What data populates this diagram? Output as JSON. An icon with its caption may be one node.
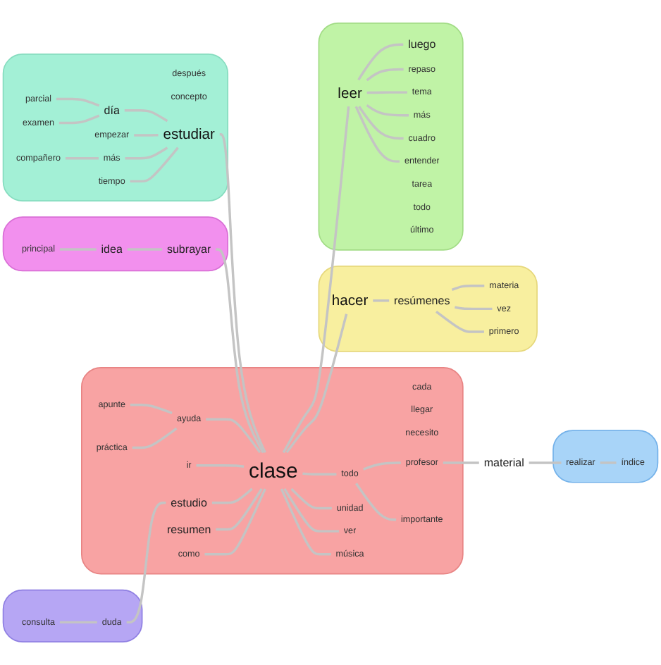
{
  "diagram": {
    "nodes": [
      {
        "text": [],
        "shape": "blob"
      },
      {
        "text": [
          "examen"
        ],
        "in": 0
      },
      {
        "text": [
          "parcial"
        ],
        "in": 0
      },
      {
        "text": [
          "compañero"
        ],
        "in": 0
      },
      {
        "text": [
          "día"
        ],
        "in": 0
      },
      {
        "text": [
          "más"
        ],
        "in": 0
      },
      {
        "text": [
          "después"
        ],
        "in": 0
      },
      {
        "text": [
          "empezar"
        ],
        "in": 0
      },
      {
        "text": [
          "tiempo"
        ],
        "in": 0
      },
      {
        "text": [
          "concepto"
        ],
        "in": 0
      },
      {
        "text": [
          "estudiar"
        ],
        "in": 0
      },
      {
        "text": [],
        "shape": "blob"
      },
      {
        "text": [
          "principal"
        ],
        "in": 11
      },
      {
        "text": [
          "idea"
        ],
        "in": 11
      },
      {
        "text": [
          "subrayar"
        ],
        "in": 11
      },
      {
        "text": [],
        "shape": "blob"
      },
      {
        "text": [
          "cada"
        ],
        "in": 15
      },
      {
        "text": [
          "apunte"
        ],
        "in": 15
      },
      {
        "text": [
          "práctica"
        ],
        "in": 15
      },
      {
        "text": [
          "ayuda"
        ],
        "in": 15
      },
      {
        "text": [
          "ir"
        ],
        "in": 15
      },
      {
        "text": [
          "llegar"
        ],
        "in": 15
      },
      {
        "text": [
          "estudio"
        ],
        "in": 15
      },
      {
        "text": [
          "resumen"
        ],
        "in": 15
      },
      {
        "text": [
          "clase"
        ],
        "in": 15
      },
      {
        "text": [
          "necesito"
        ],
        "in": 15
      },
      {
        "text": [
          "como"
        ],
        "in": 15
      },
      {
        "text": [
          "todo"
        ],
        "in": 15
      },
      {
        "text": [
          "profesor"
        ],
        "in": 15
      },
      {
        "text": [
          "unidad"
        ],
        "in": 15
      },
      {
        "text": [
          "ver"
        ],
        "in": 15
      },
      {
        "text": [
          "música"
        ],
        "in": 15
      },
      {
        "text": [
          "importante"
        ],
        "in": 15
      },
      {
        "text": [],
        "shape": "blob"
      },
      {
        "text": [
          "consulta"
        ],
        "in": 33
      },
      {
        "text": [
          "duda"
        ],
        "in": 33
      },
      {
        "text": [],
        "shape": "blob"
      },
      {
        "text": [
          "material"
        ]
      },
      {
        "text": [
          "realizar"
        ],
        "in": 36
      },
      {
        "text": [
          "índice"
        ],
        "in": 36
      },
      {
        "text": [],
        "shape": "blob"
      },
      {
        "text": [
          "hacer"
        ],
        "in": 40
      },
      {
        "text": [
          "materia"
        ],
        "in": 40
      },
      {
        "text": [
          "resúmenes"
        ],
        "in": 40
      },
      {
        "text": [
          "vez"
        ],
        "in": 40
      },
      {
        "text": [
          "primero"
        ],
        "in": 40
      },
      {
        "text": [],
        "shape": "blob"
      },
      {
        "text": [
          "leer"
        ],
        "in": 46
      },
      {
        "text": [
          "luego"
        ],
        "in": 46
      },
      {
        "text": [
          "repaso"
        ],
        "in": 46
      },
      {
        "text": [
          "tema"
        ],
        "in": 46
      },
      {
        "text": [
          "más"
        ],
        "in": 46
      },
      {
        "text": [
          "cuadro"
        ],
        "in": 46
      },
      {
        "text": [
          "entender"
        ],
        "in": 46
      },
      {
        "text": [
          "tarea"
        ],
        "in": 46
      },
      {
        "text": [
          "todo"
        ],
        "in": 46
      },
      {
        "text": [
          "último"
        ],
        "in": 46
      }
    ],
    "edges": [
      {
        "from": 2,
        "to": 4,
        "arrow": "none"
      },
      {
        "from": 1,
        "to": 4,
        "arrow": "none"
      },
      {
        "from": 4,
        "to": 10,
        "arrow": "none"
      },
      {
        "from": 7,
        "to": 10,
        "arrow": "none"
      },
      {
        "from": 3,
        "to": 5,
        "arrow": "none"
      },
      {
        "from": 5,
        "to": 10,
        "arrow": "none"
      },
      {
        "from": 8,
        "to": 10,
        "arrow": "none"
      },
      {
        "from": 10,
        "to": 24,
        "arrow": "none"
      },
      {
        "from": 12,
        "to": 13,
        "arrow": "none"
      },
      {
        "from": 13,
        "to": 14,
        "arrow": "none"
      },
      {
        "from": 14,
        "to": 24,
        "arrow": "none"
      },
      {
        "from": 34,
        "to": 35,
        "arrow": "none"
      },
      {
        "from": 35,
        "to": 22,
        "arrow": "none"
      },
      {
        "from": 17,
        "to": 19,
        "arrow": "none"
      },
      {
        "from": 18,
        "to": 19,
        "arrow": "none"
      },
      {
        "from": 19,
        "to": 24,
        "arrow": "none"
      },
      {
        "from": 20,
        "to": 24,
        "arrow": "none"
      },
      {
        "from": 22,
        "to": 24,
        "arrow": "none"
      },
      {
        "from": 23,
        "to": 24,
        "arrow": "none"
      },
      {
        "from": 26,
        "to": 24,
        "arrow": "none"
      },
      {
        "from": 24,
        "to": 27,
        "arrow": "none"
      },
      {
        "from": 27,
        "to": 28,
        "arrow": "none"
      },
      {
        "from": 28,
        "to": 37,
        "arrow": "none"
      },
      {
        "from": 37,
        "to": 38,
        "arrow": "none"
      },
      {
        "from": 38,
        "to": 39,
        "arrow": "none"
      },
      {
        "from": 24,
        "to": 29,
        "arrow": "none"
      },
      {
        "from": 24,
        "to": 30,
        "arrow": "none"
      },
      {
        "from": 24,
        "to": 31,
        "arrow": "none"
      },
      {
        "from": 27,
        "to": 32,
        "arrow": "none"
      },
      {
        "from": 24,
        "to": 41,
        "arrow": "none"
      },
      {
        "from": 41,
        "to": 43,
        "arrow": "none"
      },
      {
        "from": 43,
        "to": 44,
        "arrow": "none"
      },
      {
        "from": 43,
        "to": 45,
        "arrow": "none"
      },
      {
        "from": 43,
        "to": 42,
        "arrow": "none"
      },
      {
        "from": 24,
        "to": 47,
        "arrow": "none"
      },
      {
        "from": 47,
        "to": 48,
        "arrow": "none"
      },
      {
        "from": 47,
        "to": 50,
        "arrow": "none"
      },
      {
        "from": 47,
        "to": 53,
        "arrow": "none"
      },
      {
        "from": 47,
        "to": 51,
        "arrow": "none"
      },
      {
        "from": 47,
        "to": 52,
        "arrow": "none"
      },
      {
        "from": 47,
        "to": 49,
        "arrow": "none"
      }
    ]
  }
}
